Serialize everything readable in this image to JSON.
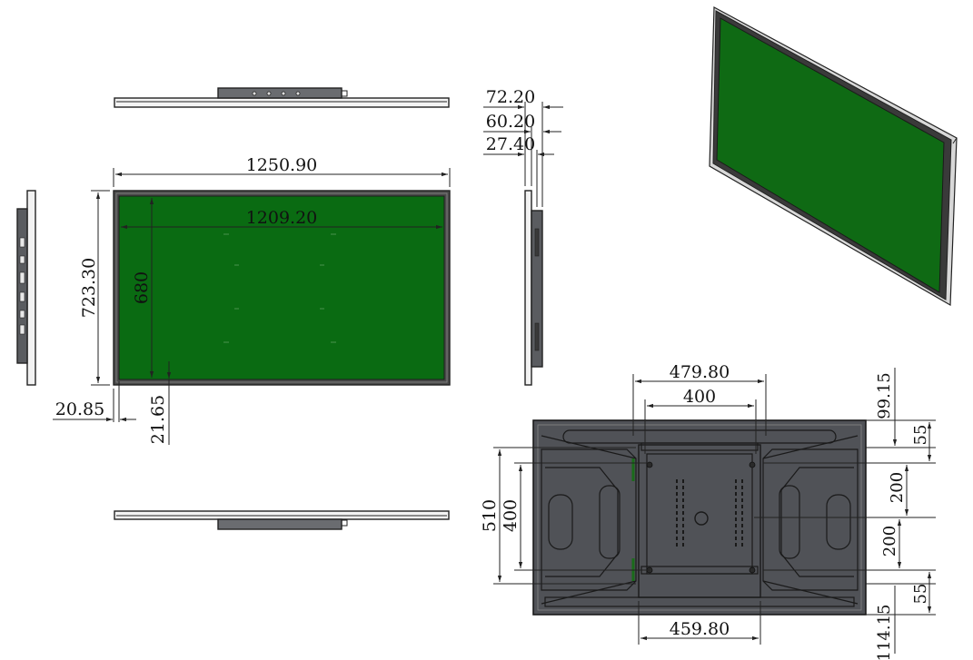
{
  "colors": {
    "screen": "#0a6b12",
    "screen_3d": "#0f6a14",
    "bezel": "#4a4a4a",
    "back_panel": "#505257",
    "line": "#222222"
  },
  "dimensions": {
    "overall_width": "1250.90",
    "screen_width": "1209.20",
    "overall_height": "723.30",
    "screen_height": "680",
    "bezel_side": "20.85",
    "bezel_bottom": "21.65",
    "depth_total": "72.20",
    "depth_mid": "60.20",
    "depth_panel": "27.40",
    "back_width_outer": "479.80",
    "back_width_vesa": "400",
    "back_height_outer": "510",
    "back_height_vesa": "400",
    "back_bottom_width": "459.80",
    "back_top_offset": "99.15",
    "right_55_top": "55",
    "right_200_upper": "200",
    "right_200_lower": "200",
    "right_55_bottom": "55",
    "back_bottom_offset": "114.15"
  }
}
